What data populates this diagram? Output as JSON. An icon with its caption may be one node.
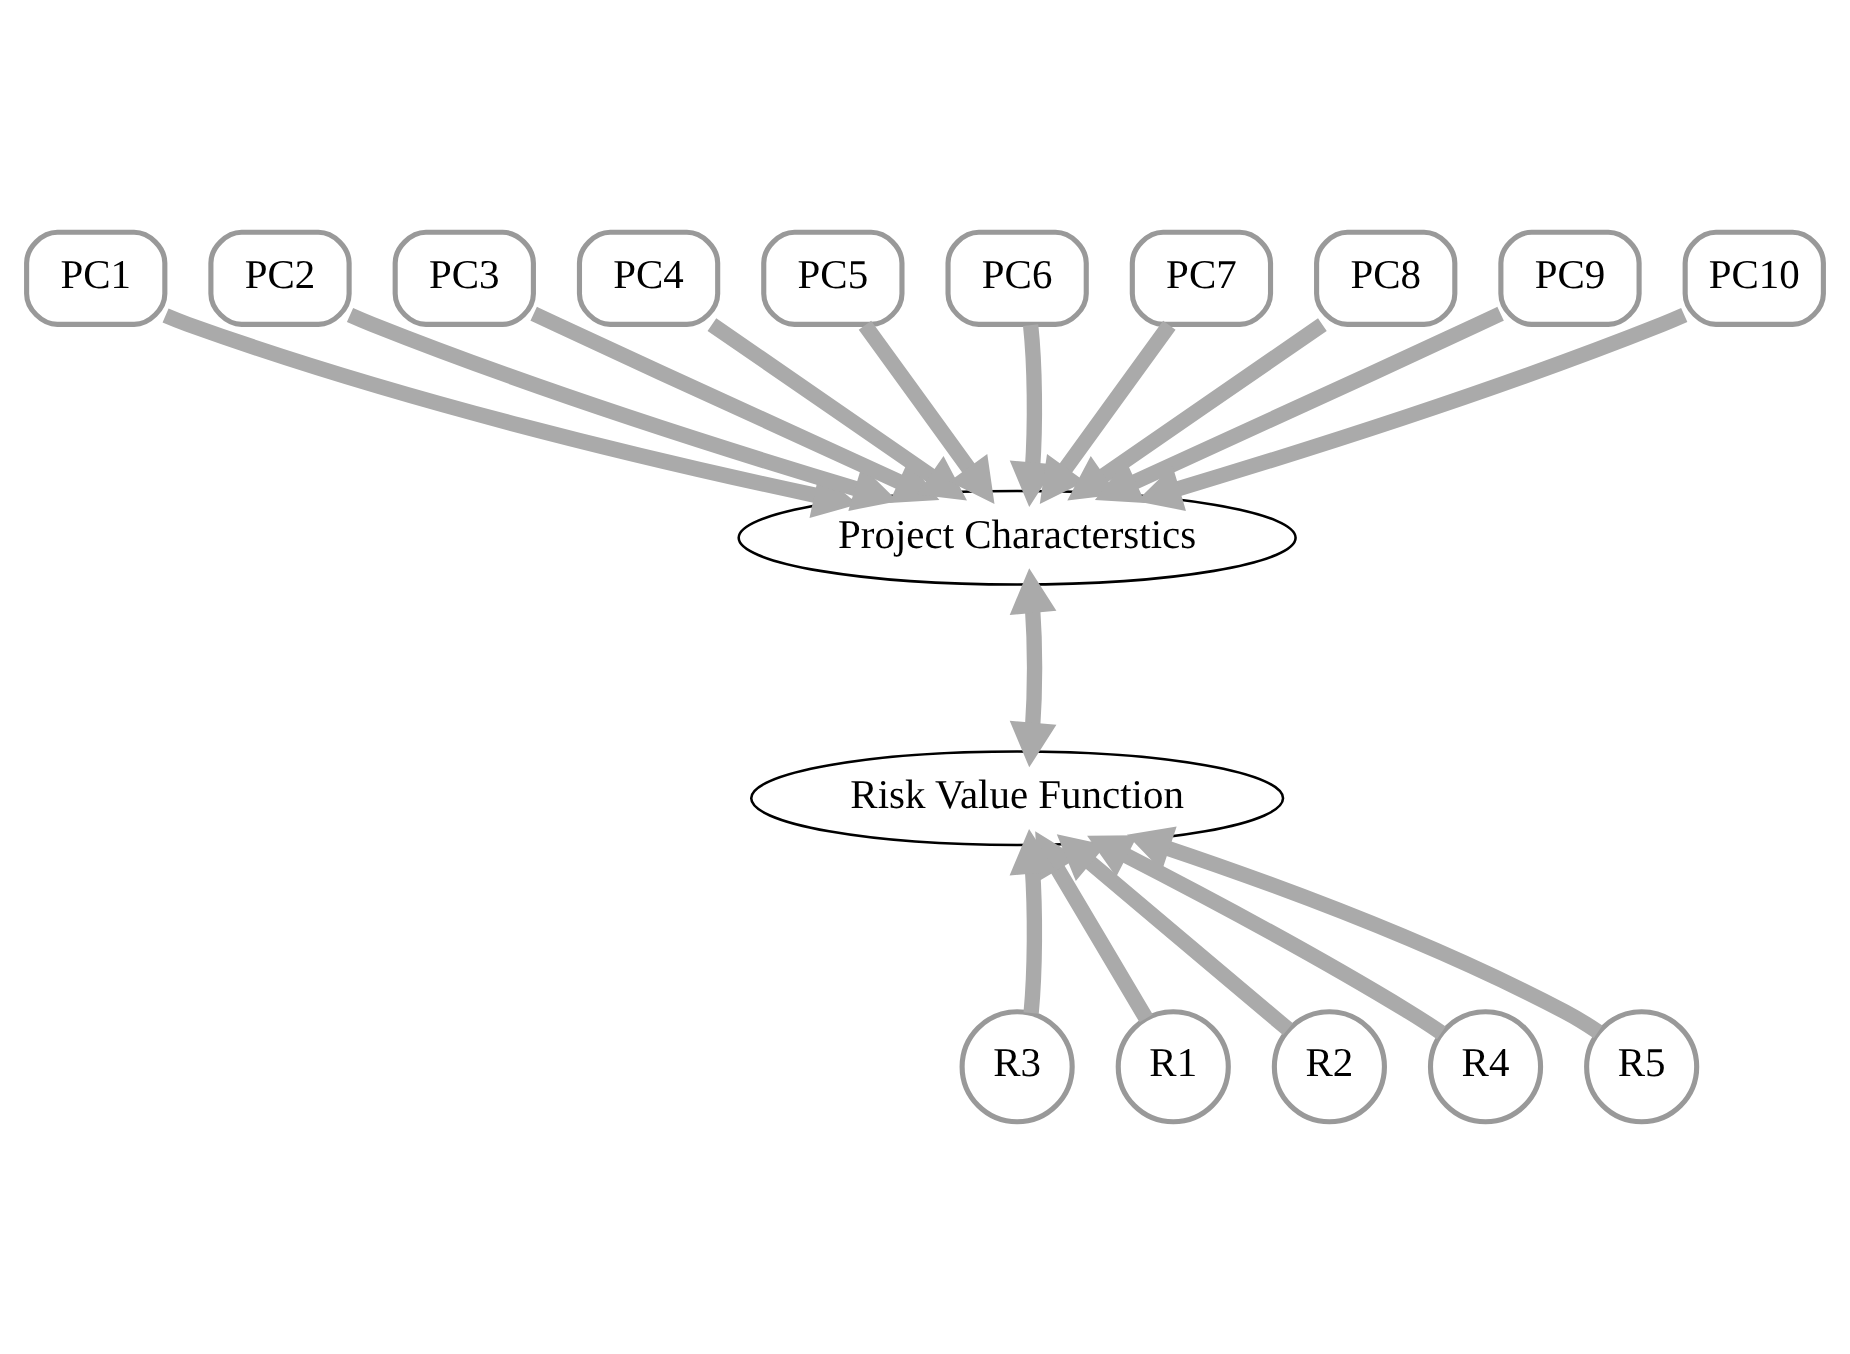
{
  "diagram": {
    "nodes": [
      {
        "text": [
          "PC1"
        ]
      },
      {
        "text": [
          "PC2"
        ]
      },
      {
        "text": [
          "PC3"
        ]
      },
      {
        "text": [
          "PC4"
        ]
      },
      {
        "text": [
          "PC5"
        ]
      },
      {
        "text": [
          "PC6"
        ]
      },
      {
        "text": [
          "PC7"
        ]
      },
      {
        "text": [
          "PC8"
        ]
      },
      {
        "text": [
          "PC9"
        ]
      },
      {
        "text": [
          "PC10"
        ]
      },
      {
        "text": [
          "Project Characterstics"
        ]
      },
      {
        "text": [
          "Risk Value Function"
        ]
      },
      {
        "text": [
          "R1"
        ]
      },
      {
        "text": [
          "R2"
        ]
      },
      {
        "text": [
          "R3"
        ]
      },
      {
        "text": [
          "R4"
        ]
      },
      {
        "text": [
          "R5"
        ]
      }
    ],
    "edges": [
      {
        "from": 0,
        "to": 10,
        "arrow": "to"
      },
      {
        "from": 1,
        "to": 10,
        "arrow": "to"
      },
      {
        "from": 2,
        "to": 10,
        "arrow": "to"
      },
      {
        "from": 3,
        "to": 10,
        "arrow": "to"
      },
      {
        "from": 4,
        "to": 10,
        "arrow": "to"
      },
      {
        "from": 5,
        "to": 10,
        "arrow": "to"
      },
      {
        "from": 6,
        "to": 10,
        "arrow": "to"
      },
      {
        "from": 7,
        "to": 10,
        "arrow": "to"
      },
      {
        "from": 8,
        "to": 10,
        "arrow": "to"
      },
      {
        "from": 9,
        "to": 10,
        "arrow": "to"
      },
      {
        "from": 10,
        "to": 11,
        "arrow": "both"
      },
      {
        "from": 12,
        "to": 11,
        "arrow": "to"
      },
      {
        "from": 13,
        "to": 11,
        "arrow": "to"
      },
      {
        "from": 14,
        "to": 11,
        "arrow": "to"
      },
      {
        "from": 15,
        "to": 11,
        "arrow": "to"
      },
      {
        "from": 16,
        "to": 11,
        "arrow": "to"
      }
    ]
  }
}
